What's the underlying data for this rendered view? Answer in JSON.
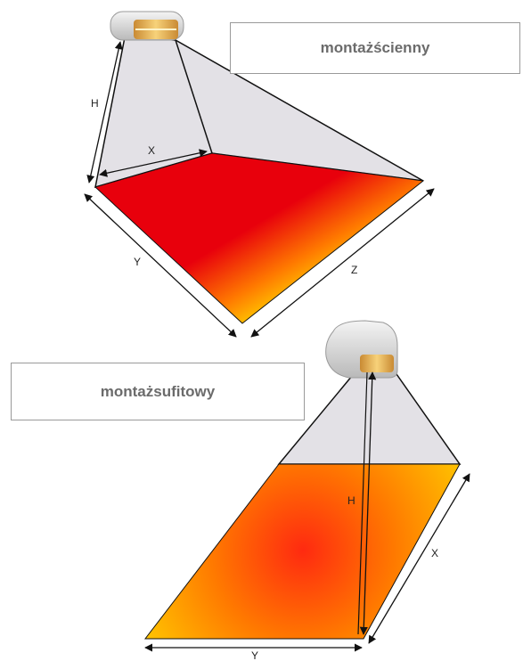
{
  "wall_mount": {
    "label": "montażścienny",
    "dimensions": {
      "h": "H",
      "x": "X",
      "y": "Y",
      "z": "Z"
    }
  },
  "ceiling_mount": {
    "label": "montażsufitowy",
    "dimensions": {
      "h": "H",
      "x": "X",
      "y": "Y"
    }
  },
  "colors": {
    "heat_red": "#e8000c",
    "heat_orange": "#ff7a00",
    "heat_yellow": "#ffe800",
    "light_cone": "#e3e1e6",
    "label_text": "#6b6b6b",
    "label_border": "#9a9a9a"
  }
}
